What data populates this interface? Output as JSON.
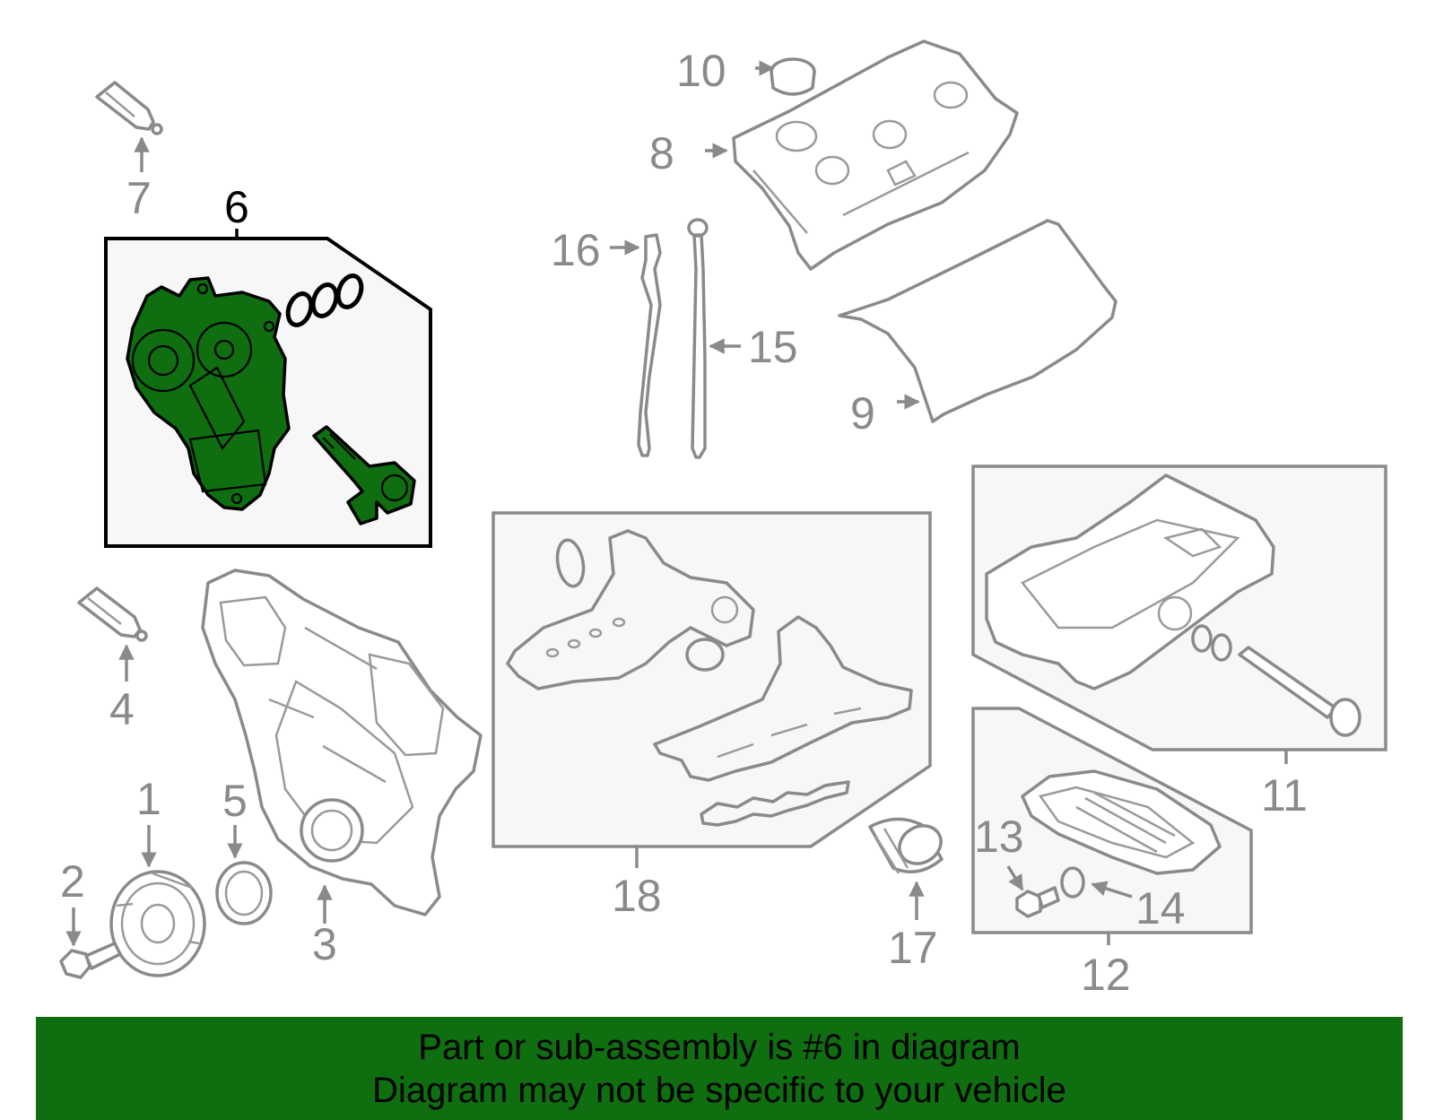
{
  "callouts": {
    "n1": "1",
    "n2": "2",
    "n3": "3",
    "n4": "4",
    "n5": "5",
    "n6": "6",
    "n7": "7",
    "n8": "8",
    "n9": "9",
    "n10": "10",
    "n11": "11",
    "n12": "12",
    "n13": "13",
    "n14": "14",
    "n15": "15",
    "n16": "16",
    "n17": "17",
    "n18": "18"
  },
  "highlight": {
    "part_number": "6",
    "color": "#0f6e0f"
  },
  "banner": {
    "line1": "Part or sub-assembly is #6 in diagram",
    "line2": "Diagram may not be specific to your vehicle",
    "background": "#0f6e0f"
  }
}
